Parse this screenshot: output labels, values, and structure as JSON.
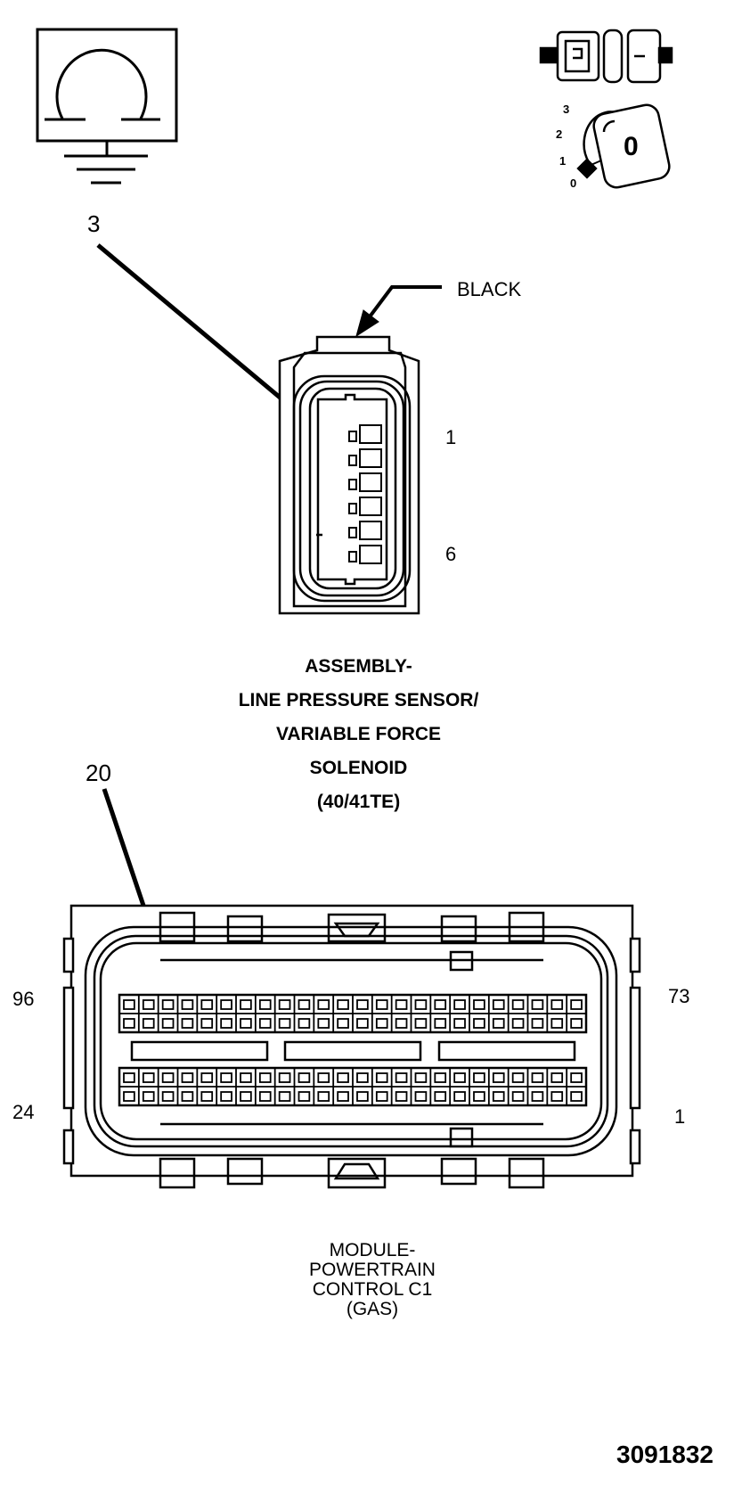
{
  "callouts": {
    "top_connector_cavity": "3",
    "bottom_connector_cavity": "20"
  },
  "sensor_connector": {
    "color_label": "BLACK",
    "pin_first": "1",
    "pin_last": "6",
    "caption_lines": [
      "ASSEMBLY-",
      "LINE PRESSURE SENSOR/",
      "VARIABLE FORCE",
      "SOLENOID",
      "(40/41TE)"
    ]
  },
  "pcm_connector": {
    "pin_top_left": "96",
    "pin_top_right": "73",
    "pin_bottom_left": "24",
    "pin_bottom_right": "1",
    "caption_lines": [
      "MODULE-",
      "POWERTRAIN",
      "CONTROL C1",
      "(GAS)"
    ]
  },
  "ignition_switch": {
    "positions": [
      "3",
      "2",
      "1",
      "0"
    ],
    "key_label": "0"
  },
  "figure_number": "3091832",
  "icons": [
    "ohmmeter-ground-icon",
    "connector-disconnect-icon",
    "ignition-key-icon"
  ]
}
